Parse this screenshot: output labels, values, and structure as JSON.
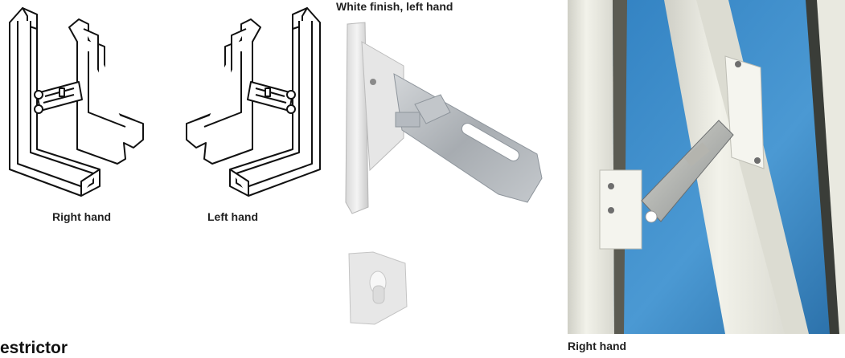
{
  "diagram": {
    "right_hand_caption": "Right hand",
    "left_hand_caption": "Left hand"
  },
  "product": {
    "heading": "White finish, left hand"
  },
  "photo": {
    "caption": "Right hand"
  },
  "section": {
    "title_partial": "estrictor"
  },
  "colors": {
    "sky": "#3e8fc9",
    "metal": "#b9bec3",
    "white_plastic": "#ececec"
  }
}
